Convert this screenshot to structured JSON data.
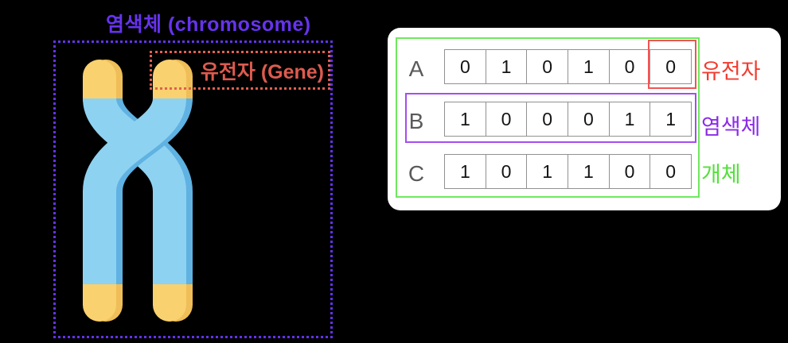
{
  "figure": {
    "title": "염색체 (chromosome)",
    "gene_label": "유전자 (Gene)",
    "colors": {
      "title_text": "#6633ee",
      "chromosome_dotted_border": "#6432f0",
      "gene_dotted_border": "#e0604f",
      "gene_text": "#dc5b4f",
      "chromatid_body": "#8ed2f1",
      "chromatid_shade": "#5fb2e2",
      "telomere_tip": "#f9d16e",
      "telomere_shade": "#efbe58"
    },
    "icon": "chromosome-icon"
  },
  "panel": {
    "background": "#ffffff",
    "population_box_color": "#6fe85e",
    "rows": [
      {
        "label": "A",
        "genes": [
          "0",
          "1",
          "0",
          "1",
          "0",
          "0"
        ]
      },
      {
        "label": "B",
        "genes": [
          "1",
          "0",
          "0",
          "0",
          "1",
          "1"
        ]
      },
      {
        "label": "C",
        "genes": [
          "1",
          "0",
          "1",
          "1",
          "0",
          "0"
        ]
      }
    ],
    "annotations": {
      "gene": {
        "text": "유전자",
        "color": "#f23a2e"
      },
      "chromosome": {
        "text": "염색체",
        "color": "#8c2be8"
      },
      "individual": {
        "text": "개체",
        "color": "#55e03c"
      }
    },
    "highlights": {
      "gene_cell": {
        "row": "A",
        "cell_index": 6,
        "box_color": "#f25454"
      },
      "chromosome_row": {
        "row": "B",
        "box_color": "#a64cf0"
      }
    }
  }
}
